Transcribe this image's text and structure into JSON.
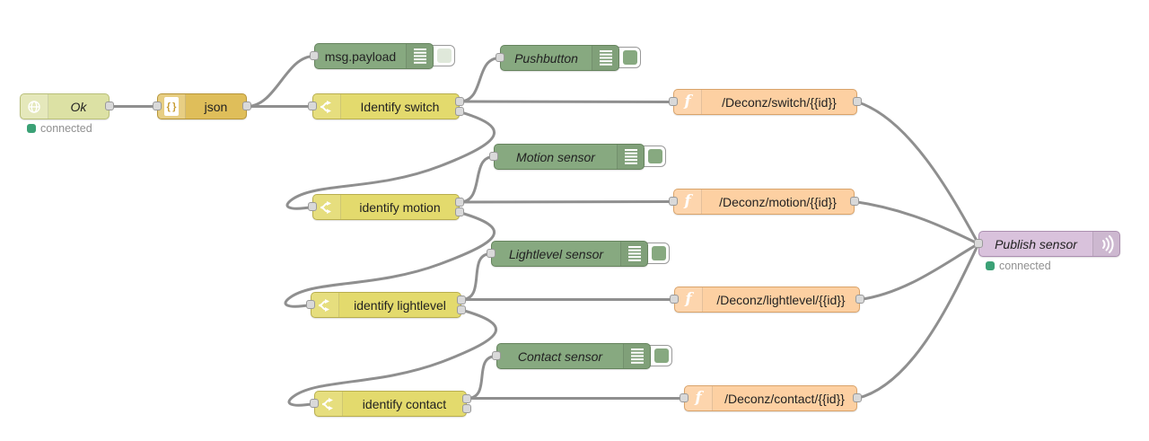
{
  "colors": {
    "canvas-bg": "#ffffff",
    "wire": "#8f8f8f",
    "ws-body": "#dce1a4",
    "ws-border": "#b9bf79",
    "json-body": "#dfbe5a",
    "json-border": "#b69539",
    "debug-body": "#87a980",
    "debug-border": "#66845e",
    "switch-body": "#e3da6d",
    "switch-border": "#b8ae4f",
    "fn-body": "#fdd0a2",
    "fn-border": "#d9a36a",
    "mqtt-body": "#d9c2dc",
    "mqtt-border": "#ab8fb0",
    "toggle-off": "#dfe8da",
    "status-green": "#3ba176",
    "label": "#222222",
    "status-text": "#909090",
    "port-fill": "#d9d9d9",
    "port-border": "#999999"
  },
  "nodes": {
    "ws_in": {
      "label": "Ok",
      "status": "connected"
    },
    "json": {
      "label": "json"
    },
    "debug_payload": {
      "label": "msg.payload",
      "active": false
    },
    "switch_switch": {
      "label": "Identify switch"
    },
    "debug_pushbutton": {
      "label": "Pushbutton",
      "active": true
    },
    "fn_switch": {
      "label": "/Deconz/switch/{{id}}"
    },
    "debug_motion": {
      "label": "Motion sensor",
      "active": true
    },
    "switch_motion": {
      "label": "identify motion"
    },
    "fn_motion": {
      "label": "/Deconz/motion/{{id}}"
    },
    "debug_lightlevel": {
      "label": "Lightlevel sensor",
      "active": true
    },
    "switch_lightlevel": {
      "label": "identify lightlevel"
    },
    "fn_lightlevel": {
      "label": "/Deconz/lightlevel/{{id}}"
    },
    "debug_contact": {
      "label": "Contact sensor",
      "active": true
    },
    "switch_contact": {
      "label": "identify contact"
    },
    "fn_contact": {
      "label": "/Deconz/contact/{{id}}"
    },
    "mqtt_out": {
      "label": "Publish sensor",
      "status": "connected"
    }
  }
}
